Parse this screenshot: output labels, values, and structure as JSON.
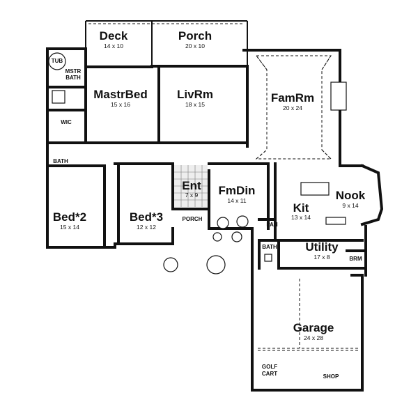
{
  "rooms": {
    "deck": {
      "name": "Deck",
      "dim": "14 x 10"
    },
    "porch_rear": {
      "name": "Porch",
      "dim": "20 x 10"
    },
    "master_bed": {
      "name": "MastrBed",
      "dim": "15 x 16"
    },
    "living": {
      "name": "LivRm",
      "dim": "18 x 15"
    },
    "family": {
      "name": "FamRm",
      "dim": "20 x 24"
    },
    "entry": {
      "name": "Ent",
      "dim": "7 x 9"
    },
    "dining": {
      "name": "FmDin",
      "dim": "14 x 11"
    },
    "nook": {
      "name": "Nook",
      "dim": "9 x 14"
    },
    "kitchen": {
      "name": "Kit",
      "dim": "13 x 14"
    },
    "bed2": {
      "name": "Bed*2",
      "dim": "15 x 14"
    },
    "bed3": {
      "name": "Bed*3",
      "dim": "12 x 12"
    },
    "utility": {
      "name": "Utility",
      "dim": "17 x 8"
    },
    "garage": {
      "name": "Garage",
      "dim": "24 x 28"
    }
  },
  "small_labels": {
    "tub": "TUB",
    "master_bath_line1": "MSTR",
    "master_bath_line2": "BATH",
    "wic": "WIC",
    "bath_left": "BATH",
    "porch_front": "PORCH",
    "pan": "PAN",
    "bath_right": "BATH",
    "brm": "BRM",
    "golf_line1": "GOLF",
    "golf_line2": "CART",
    "shop": "SHOP"
  }
}
